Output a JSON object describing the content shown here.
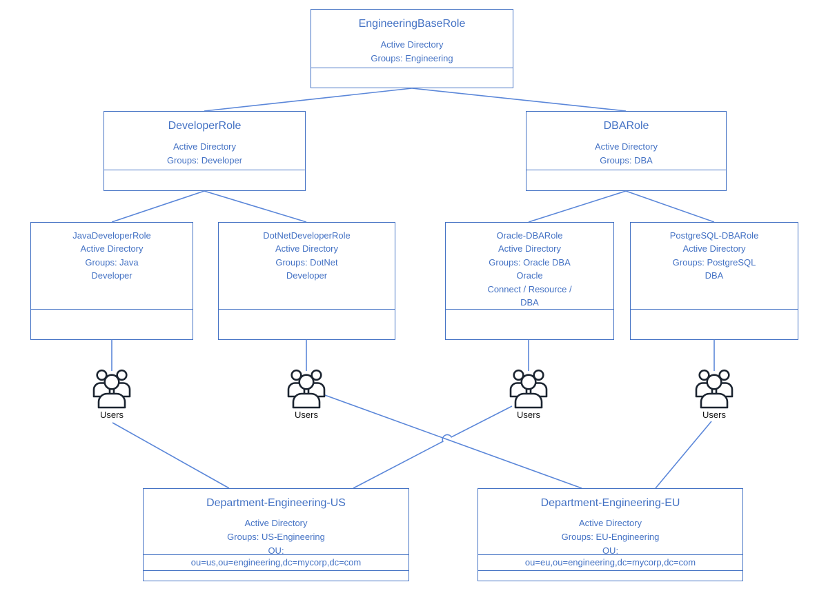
{
  "diagram": {
    "users_label": "Users",
    "colors": {
      "node_border": "#4472c4",
      "node_text": "#4472c4",
      "connector": "#5b87d9",
      "users_icon_stroke": "#1b2430",
      "users_label_color": "#111111",
      "background": "#ffffff"
    },
    "nodes": {
      "engineering_base": {
        "title": "EngineeringBaseRole",
        "lines": [
          "Active Directory",
          "Groups: Engineering"
        ]
      },
      "developer": {
        "title": "DeveloperRole",
        "lines": [
          "Active Directory",
          "Groups: Developer"
        ]
      },
      "dba": {
        "title": "DBARole",
        "lines": [
          "Active Directory",
          "Groups: DBA"
        ]
      },
      "java_developer": {
        "lines": [
          "JavaDeveloperRole",
          "Active Directory",
          "Groups: Java",
          "Developer"
        ]
      },
      "dotnet_developer": {
        "lines": [
          "DotNetDeveloperRole",
          "Active Directory",
          "Groups: DotNet",
          "Developer"
        ]
      },
      "oracle_dba": {
        "lines": [
          "Oracle-DBARole",
          "Active Directory",
          "Groups: Oracle DBA",
          "Oracle",
          "Connect / Resource /",
          "DBA"
        ]
      },
      "postgresql_dba": {
        "lines": [
          "PostgreSQL-DBARole",
          "Active Directory",
          "Groups: PostgreSQL",
          "DBA"
        ]
      },
      "dept_us": {
        "title": "Department-Engineering-US",
        "lines": [
          "Active Directory",
          "Groups: US-Engineering",
          "OU:"
        ],
        "ou": "ou=us,ou=engineering,dc=mycorp,dc=com"
      },
      "dept_eu": {
        "title": "Department-Engineering-EU",
        "lines": [
          "Active Directory",
          "Groups: EU-Engineering",
          "OU:"
        ],
        "ou": "ou=eu,ou=engineering,dc=mycorp,dc=com"
      }
    }
  }
}
